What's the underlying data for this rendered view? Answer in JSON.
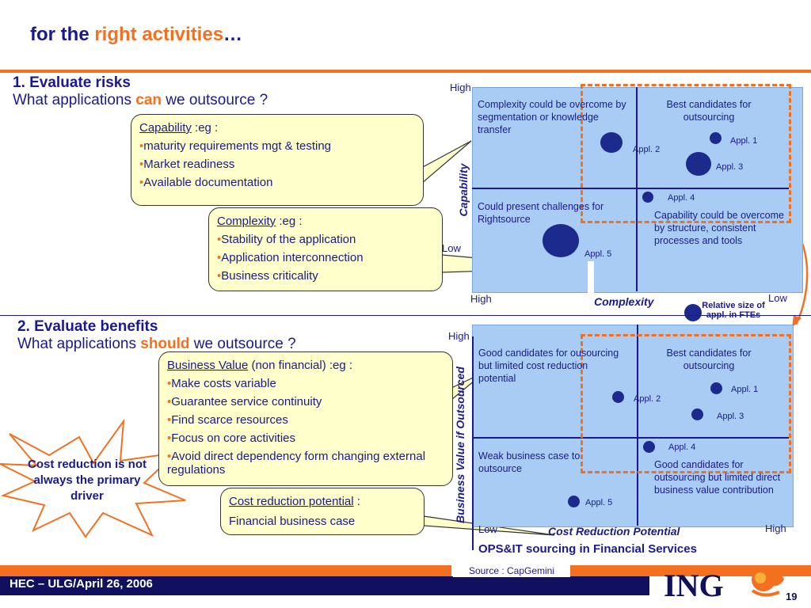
{
  "title": {
    "prefix": "for the ",
    "highlight": "right activities",
    "suffix": "…"
  },
  "section1": {
    "heading": "1. Evaluate risks",
    "sub_prefix": "What applications ",
    "sub_highlight": "can",
    "sub_suffix": " we outsource ?",
    "capability": {
      "head": "Capability",
      "eg": " :eg :",
      "items": [
        "maturity requirements mgt & testing",
        "Market readiness",
        "Available documentation"
      ]
    },
    "complexity": {
      "head": "Complexity",
      "eg": " :eg :",
      "items": [
        "Stability of the application",
        "Application interconnection",
        "Business criticality"
      ]
    },
    "matrix": {
      "y_high": "High",
      "y_low": "Low",
      "x_high": "High",
      "x_low": "Low",
      "y_title": "Capability",
      "x_title": "Complexity",
      "q_tl": "Complexity could be overcome by segmentation or knowledge transfer",
      "q_tr": "Best candidates for outsourcing",
      "q_bl": "Could present challenges for Rightsource",
      "q_br": "Capability could be overcome by structure, consistent processes and tools",
      "apps": [
        "Appl. 1",
        "Appl. 2",
        "Appl. 3",
        "Appl. 4",
        "Appl. 5"
      ],
      "legend": "Relative size of appl. in FTEs"
    }
  },
  "section2": {
    "heading": "2. Evaluate benefits",
    "sub_prefix": "What applications ",
    "sub_highlight": "should",
    "sub_suffix": " we outsource ?",
    "business_value": {
      "head": "Business Value",
      "eg": " (non financial) :eg :",
      "items": [
        "Make costs variable",
        "Guarantee service continuity",
        "Find scarce resources",
        "Focus on core activities",
        "Avoid direct dependency form changing external regulations"
      ]
    },
    "cost_reduction": {
      "head": "Cost reduction potential",
      "eg": " :",
      "line2": "Financial business case"
    },
    "burst": "Cost reduction is not always the primary driver",
    "matrix": {
      "y_high": "High",
      "x_low": "Low",
      "x_high": "High",
      "y_title": "Business Value if  Outsourced",
      "x_title": "Cost Reduction Potential",
      "q_tl": "Good candidates for ousourcing but limited cost reduction potential",
      "q_tr": "Best candidates for outsourcing",
      "q_bl": "Weak business case to outsource",
      "q_br": "Good candidates for outsourcing but limited direct business value contribution",
      "apps": [
        "Appl. 1",
        "Appl. 2",
        "Appl. 3",
        "Appl. 4",
        "Appl. 5"
      ]
    },
    "bottom_title": "OPS&IT sourcing in Financial Services"
  },
  "footer": {
    "event": "HEC – ULG/April 26, 2006",
    "source": "Source : CapGemini",
    "logo": "ING",
    "page": "19"
  },
  "colors": {
    "accent": "#f37021",
    "navy": "#1a1a8c",
    "quadrant": "#a9ccf5",
    "callout": "#ffffcc"
  }
}
